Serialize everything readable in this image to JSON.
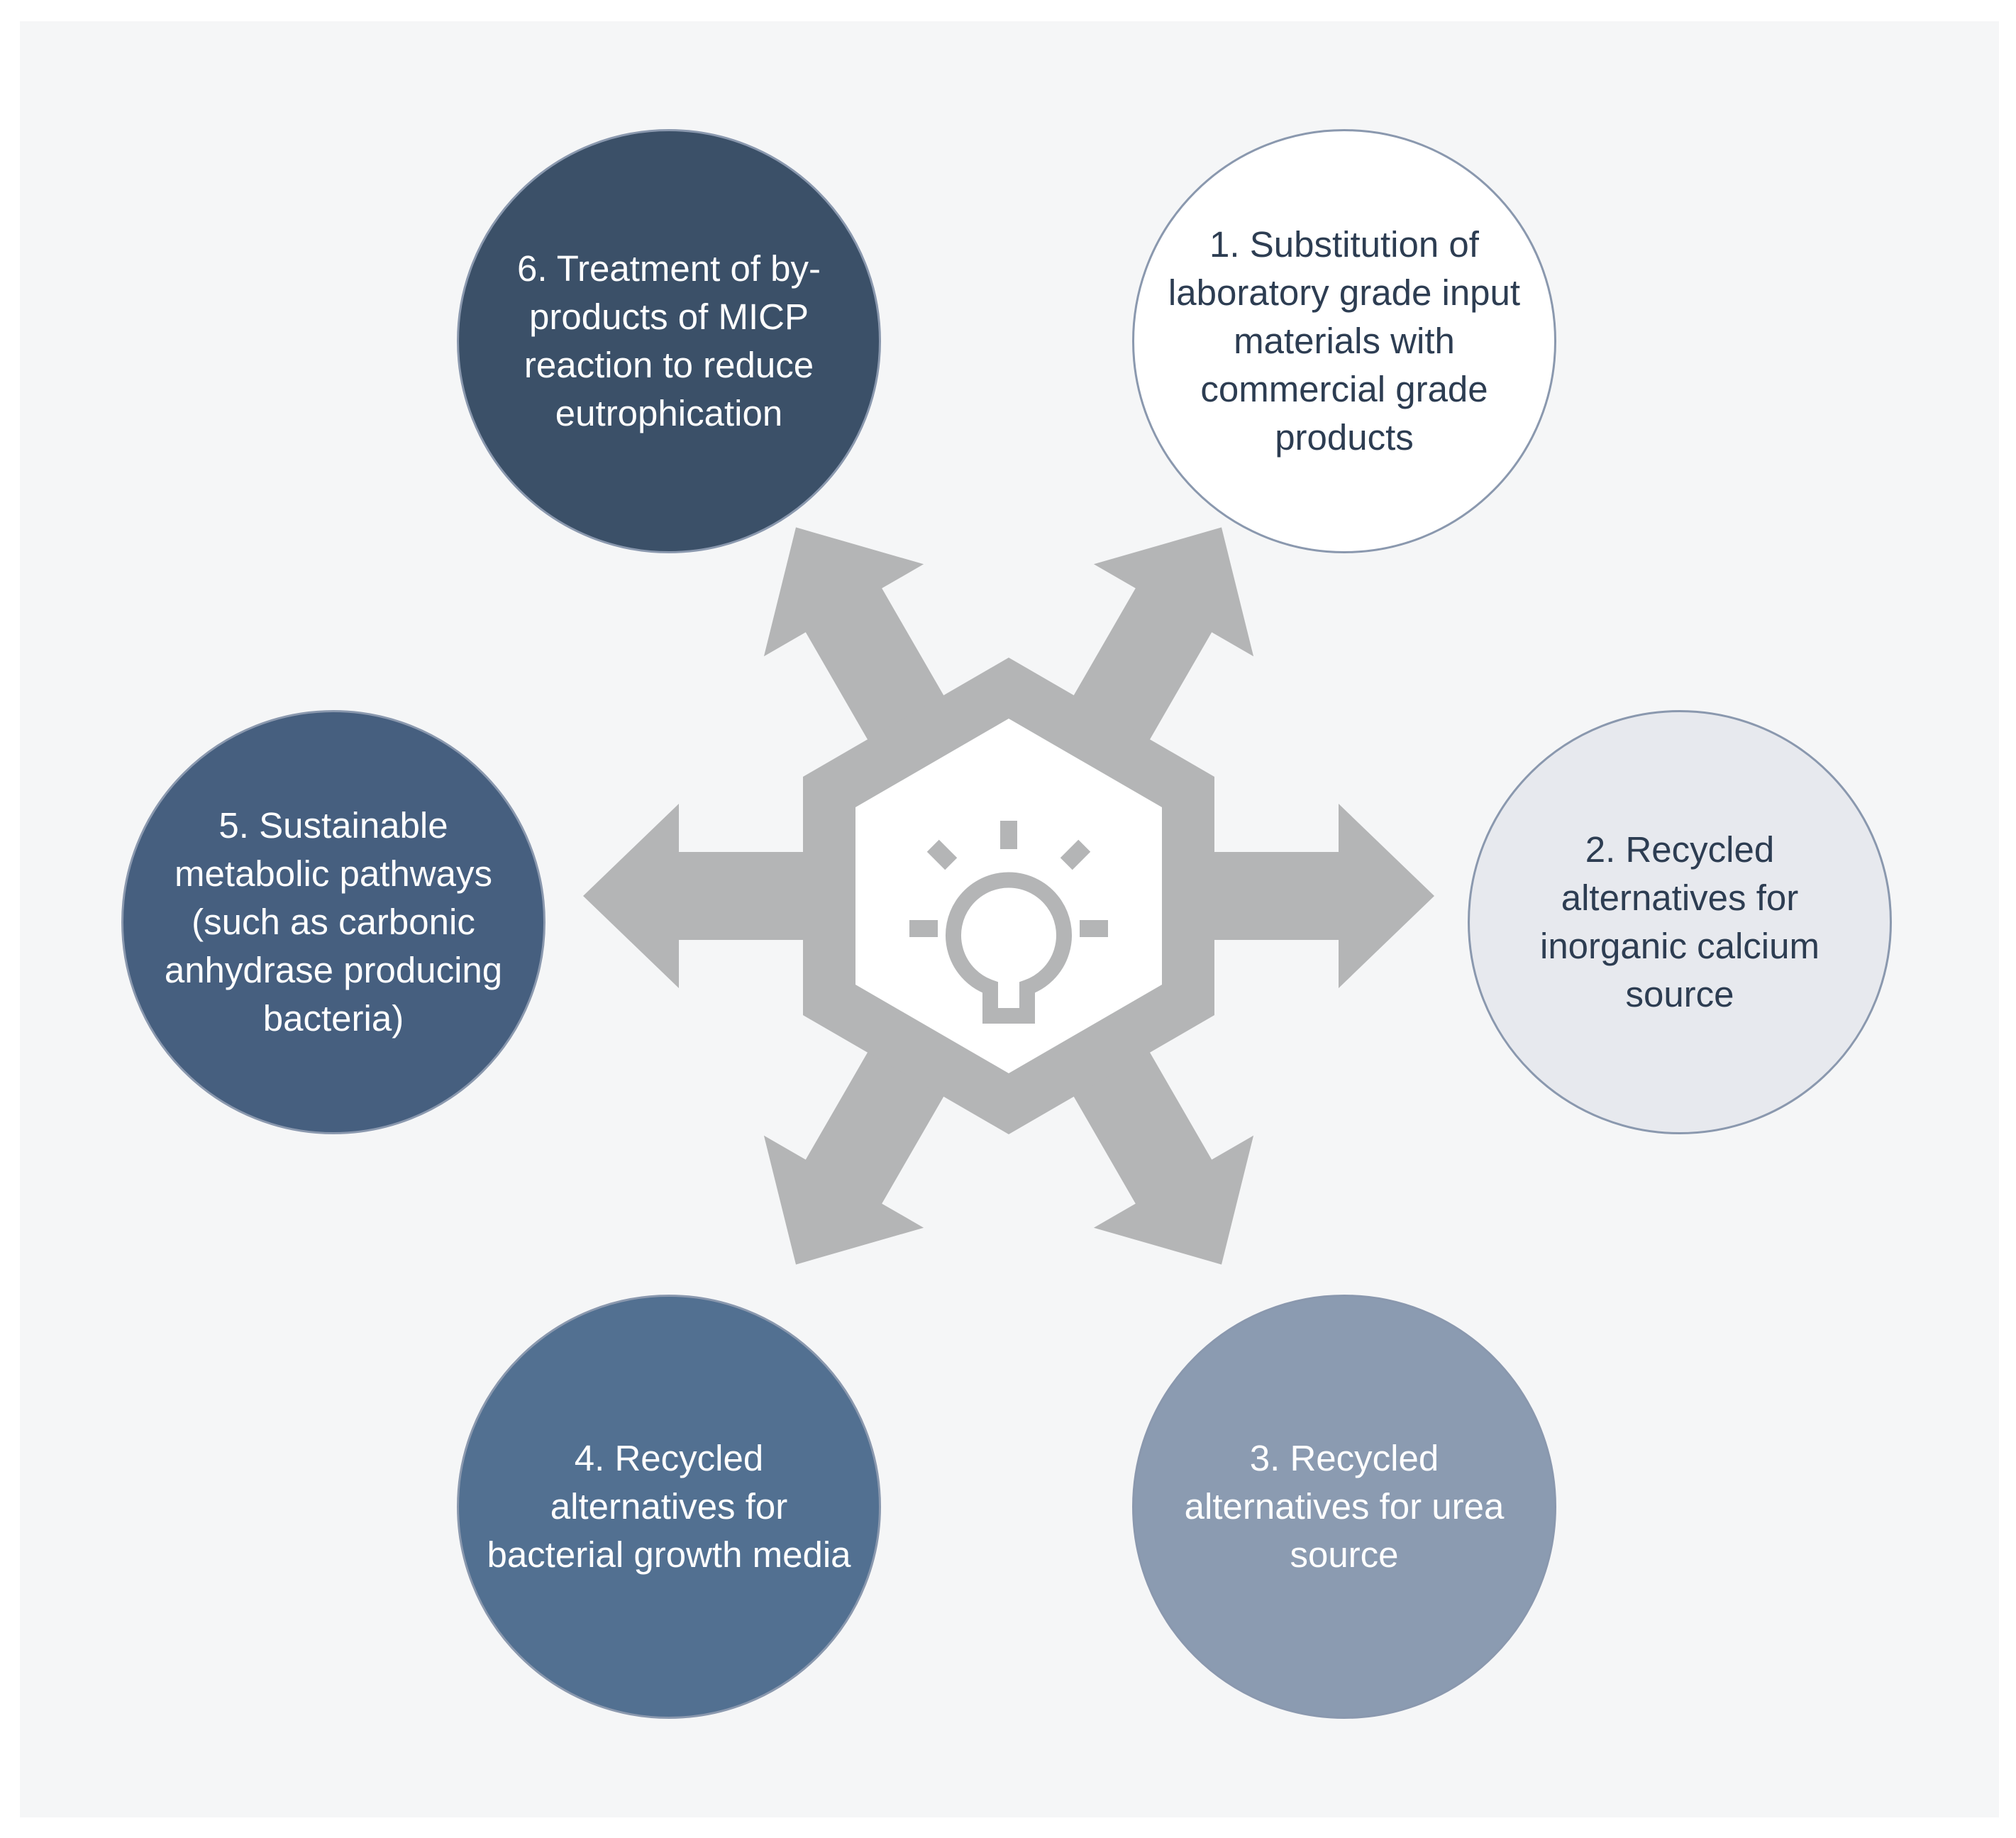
{
  "colors": {
    "panel_background": "#f5f6f7",
    "arrow_gray": "#b4b5b6",
    "hub_inner": "#ffffff",
    "circle_border": "#8a98ae",
    "text_dark": "#2d3d52",
    "text_light": "#ffffff"
  },
  "hub": {
    "icon": "lightbulb-icon"
  },
  "nodes": [
    {
      "id": "node-1",
      "label": "1. Substitution of\nlaboratory grade input\nmaterials with\ncommercial grade\nproducts",
      "fill": "#ffffff",
      "text_color": "#2d3d52"
    },
    {
      "id": "node-2",
      "label": "2. Recycled\nalternatives for\ninorganic calcium\nsource",
      "fill": "#e7e9ee",
      "text_color": "#2d3d52"
    },
    {
      "id": "node-3",
      "label": "3. Recycled\nalternatives for urea\nsource",
      "fill": "#8b9bb1",
      "text_color": "#ffffff"
    },
    {
      "id": "node-4",
      "label": "4. Recycled\nalternatives for\nbacterial growth media",
      "fill": "#527091",
      "text_color": "#ffffff"
    },
    {
      "id": "node-5",
      "label": "5. Sustainable\nmetabolic pathways\n(such as carbonic\nanhydrase producing\nbacteria)",
      "fill": "#465f7f",
      "text_color": "#ffffff"
    },
    {
      "id": "node-6",
      "label": "6. Treatment of by-\nproducts of MICP\nreaction to reduce\neutrophication",
      "fill": "#3b5068",
      "text_color": "#ffffff"
    }
  ]
}
